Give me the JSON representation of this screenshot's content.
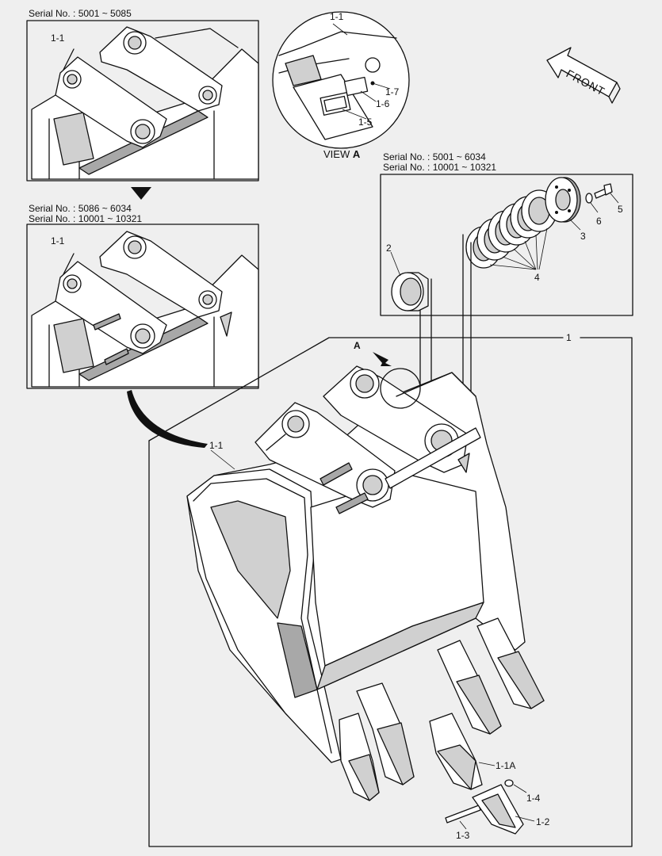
{
  "serials": {
    "top_left": "Serial No. : 5001 ~ 5085",
    "mid_left_1": "Serial No. : 5086 ~ 6034",
    "mid_left_2": "Serial No. : 10001 ~ 10321",
    "right_1": "Serial No. : 5001 ~ 6034",
    "right_2": "Serial No. : 10001 ~ 10321"
  },
  "view_label": "VIEW",
  "view_letter": "A",
  "arrow_letter": "A",
  "front_label": "FRONT",
  "parts": {
    "p1_1": "1-1",
    "p1_5": "1-5",
    "p1_6": "1-6",
    "p1_7": "1-7",
    "p2": "2",
    "p3": "3",
    "p4": "4",
    "p5": "5",
    "p6": "6",
    "p1": "1",
    "p1_1a": "1-1A",
    "p1_2": "1-2",
    "p1_3": "1-3",
    "p1_4": "1-4"
  },
  "colors": {
    "background": "#efefef",
    "line": "#111111",
    "shade": "#d0d0d0",
    "dark_shade": "#a8a8a8"
  }
}
